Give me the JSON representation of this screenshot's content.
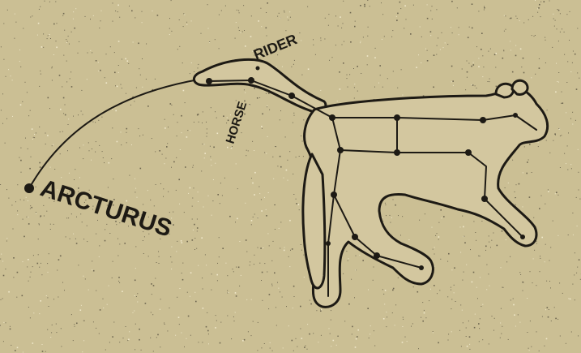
{
  "colors": {
    "background": "#cbbf94",
    "ink": "#1d1a14",
    "fill": "#d3c79f"
  },
  "labels": {
    "arcturus": "ARCTURUS",
    "rider": "RIDER",
    "horse": "HORSE"
  }
}
